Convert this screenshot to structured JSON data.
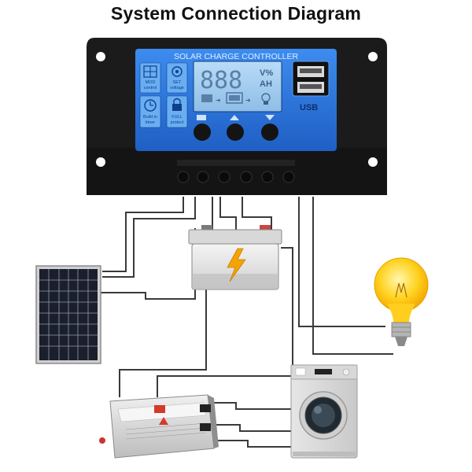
{
  "title": "System Connection Diagram",
  "controller": {
    "header": "SOLAR CHARGE CONTROLLER",
    "lcd_digits": "888",
    "lcd_unit_top": "V%",
    "lcd_unit_bottom": "AH",
    "usb_label": "USB",
    "side_buttons": [
      {
        "label_line1": "MOD",
        "label_line2": "control"
      },
      {
        "label_line1": "SET",
        "label_line2": "voltage"
      },
      {
        "label_line1": "Build in",
        "label_line2": "timer"
      },
      {
        "label_line1": "FULL",
        "label_line2": "protect"
      }
    ],
    "knob_count": 3,
    "terminal_count": 6
  },
  "components": {
    "solar_panel": "solar-panel",
    "battery": "battery",
    "bulb": "light-bulb",
    "inverter": "inverter",
    "washing_machine": "washing-machine"
  },
  "colors": {
    "controller_face": "#2b6fd6",
    "controller_face_light": "#5fa3f0",
    "housing": "#1e1e1e",
    "lcd_bg": "#9ec9ef",
    "wire": "#3a3a3a",
    "bulb_glow": "#ffd21f",
    "bolt": "#f5a300"
  }
}
